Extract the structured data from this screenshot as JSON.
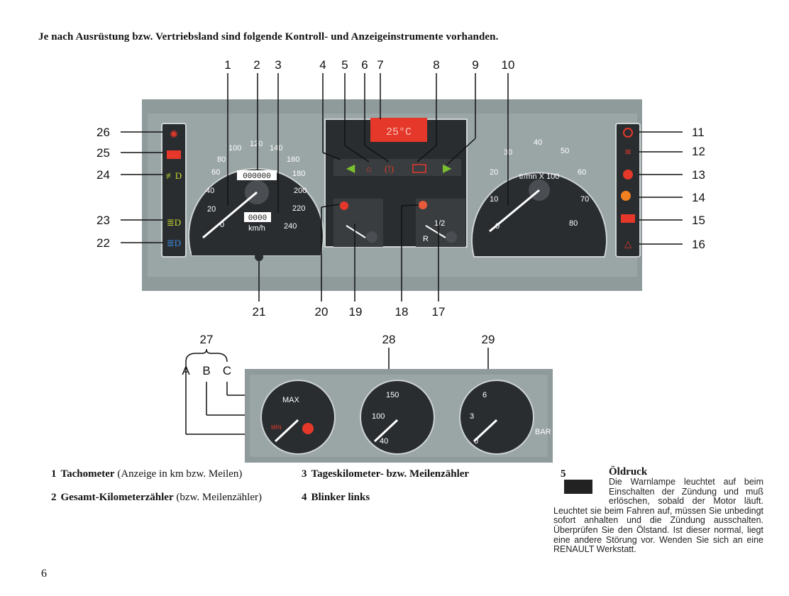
{
  "intro": "Je nach Ausrüstung bzw. Vertriebsland sind folgende Kontroll- und Anzeigeinstrumente vorhanden.",
  "callouts": {
    "top": [
      "1",
      "2",
      "3",
      "4",
      "5",
      "6",
      "7",
      "8",
      "9",
      "10"
    ],
    "right": [
      "11",
      "12",
      "13",
      "14",
      "15",
      "16"
    ],
    "left": [
      "26",
      "25",
      "24",
      "23",
      "22"
    ],
    "bottom": [
      "21",
      "20",
      "19",
      "18",
      "17"
    ],
    "lower": [
      "27",
      "28",
      "29"
    ],
    "abc": [
      "A",
      "B",
      "C"
    ]
  },
  "cluster": {
    "temp_display": "25°C",
    "odometer": "000000",
    "trip": "0000",
    "speedo_unit": "km/h",
    "speed_ticks": [
      "0",
      "20",
      "40",
      "60",
      "80",
      "100",
      "120",
      "140",
      "160",
      "180",
      "200",
      "220",
      "240"
    ],
    "rpm_ticks": [
      "0",
      "10",
      "20",
      "30",
      "40",
      "50",
      "60",
      "70",
      "80"
    ],
    "rpm_unit": "tr/mn X 100",
    "fuel_ticks": [
      "1/2",
      "R"
    ]
  },
  "gauges": {
    "g27": {
      "top": "MAX",
      "bottom": "MIN"
    },
    "g28": {
      "ticks": [
        "40",
        "100",
        "150"
      ]
    },
    "g29": {
      "ticks": [
        "0",
        "3",
        "6"
      ],
      "unit": "BAR"
    }
  },
  "colors": {
    "panel": "#8f9a9b",
    "dark": "#2a2d30",
    "red": "#e5382a",
    "green": "#7bbf2f",
    "blue": "#3a8be0",
    "orange": "#f08020",
    "yellow_green": "#c7d92e"
  },
  "left_column": [
    {
      "num": "1",
      "title": "Tachometer",
      "desc": "(Anzeige in km bzw. Meilen)"
    },
    {
      "num": "2",
      "title": "Gesamt-Kilometerzähler",
      "desc": "(bzw. Meilenzähler)"
    }
  ],
  "middle_column": [
    {
      "num": "3",
      "title": "Tageskilometer- bzw. Meilenzähler"
    },
    {
      "num": "4",
      "title": "Blinker links"
    }
  ],
  "oil": {
    "num": "5",
    "title": "Öldruck",
    "text": "Die Warnlampe leuchtet auf beim Einschalten der Zündung und muß erlöschen, sobald der Motor läuft. Leuchtet sie beim Fahren auf, müssen Sie unbedingt sofort anhalten und die Zündung ausschalten. Überprüfen Sie den Ölstand. Ist dieser normal, liegt eine andere Störung vor. Wenden Sie sich an eine RENAULT Werkstatt."
  },
  "page_number": "6"
}
